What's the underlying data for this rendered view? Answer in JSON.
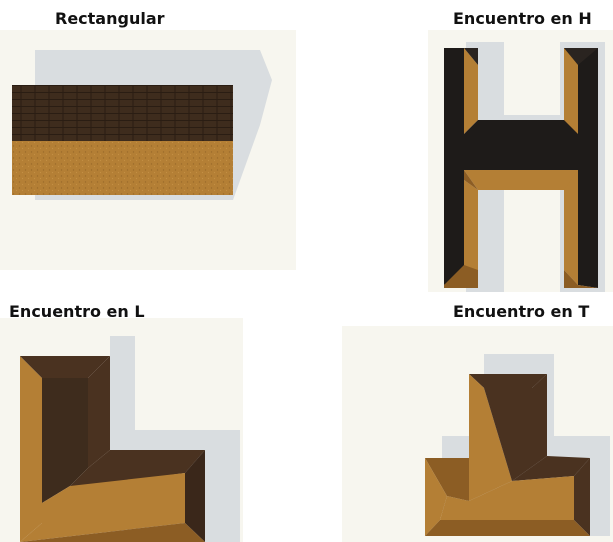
{
  "labels": {
    "rectangular": "Rectangular",
    "h": "Encuentro en H",
    "l": "Encuentro en L",
    "t": "Encuentro en T"
  },
  "colors": {
    "background": "#f7f6ef",
    "shadow": "#d9dde0",
    "roof_light": "#b47f35",
    "roof_mid": "#8c5d24",
    "roof_dark_brown": "#4a3220",
    "roof_black": "#1e1b19"
  },
  "roofs": [
    {
      "name": "rectangular",
      "label_key": "labels.rectangular"
    },
    {
      "name": "h-junction",
      "label_key": "labels.h"
    },
    {
      "name": "l-junction",
      "label_key": "labels.l"
    },
    {
      "name": "t-junction",
      "label_key": "labels.t"
    }
  ]
}
